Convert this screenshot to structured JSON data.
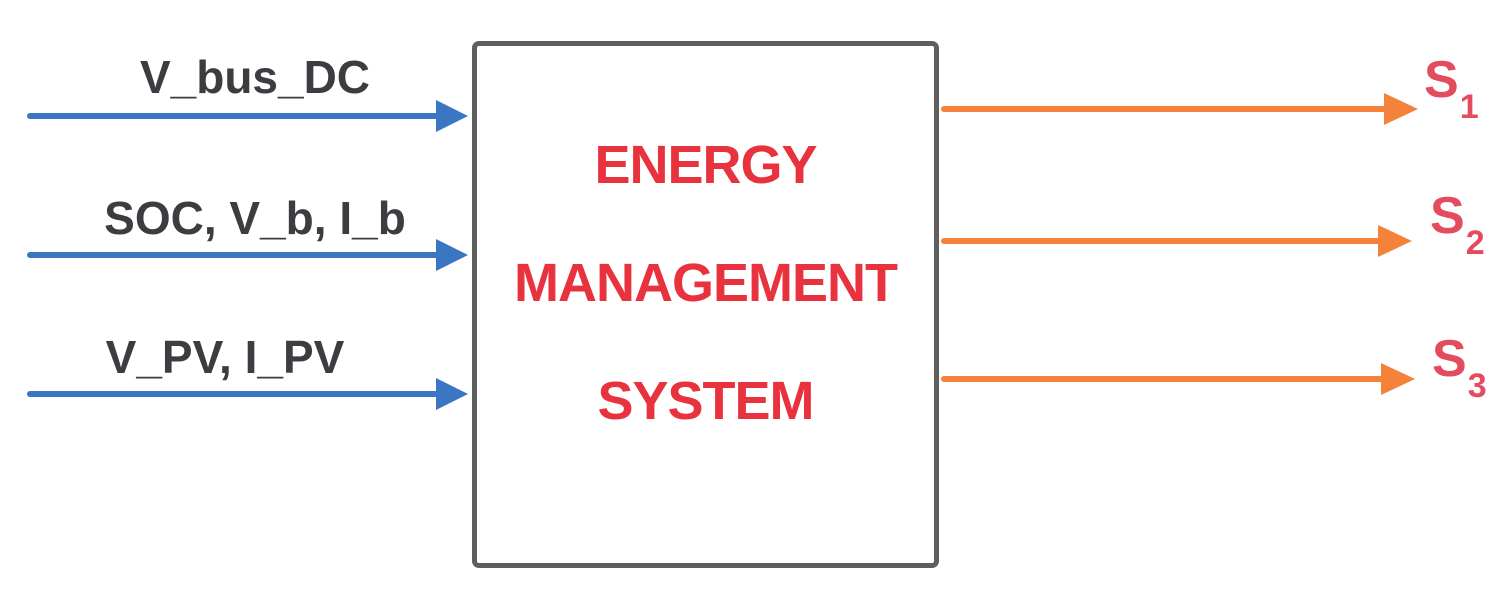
{
  "diagram": {
    "block": {
      "title_lines": [
        "ENERGY",
        "MANAGEMENT",
        "SYSTEM"
      ]
    },
    "inputs": [
      {
        "label": "V_bus_DC"
      },
      {
        "label": "SOC, V_b, I_b"
      },
      {
        "label": "V_PV, I_PV"
      }
    ],
    "outputs": [
      {
        "label": "S",
        "subscript": "1"
      },
      {
        "label": "S",
        "subscript": "2"
      },
      {
        "label": "S",
        "subscript": "3"
      }
    ],
    "colors": {
      "input_arrow": "#3b76c3",
      "output_arrow": "#f5823a",
      "input_label": "#3b3d40",
      "output_label": "#e34b5e",
      "block_text": "#e8323e",
      "block_border": "#5e5e5e"
    }
  }
}
